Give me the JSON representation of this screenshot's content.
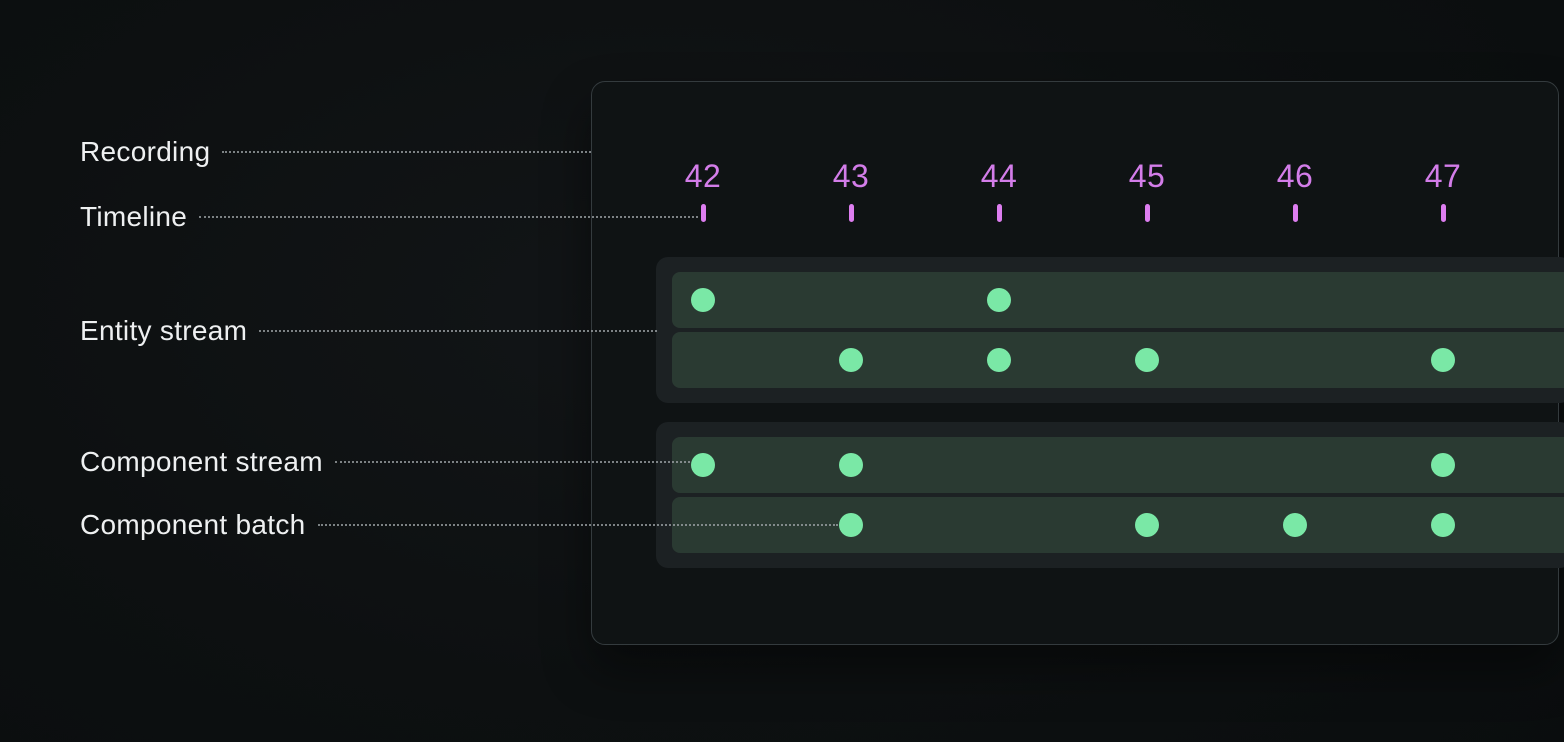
{
  "diagram": {
    "title_hint": "recording / timeline / stream structure diagram",
    "annotations": [
      {
        "label": "Recording",
        "target": "recording-panel"
      },
      {
        "label": "Timeline",
        "target": "timeline-tick-42"
      },
      {
        "label": "Entity stream",
        "target": "entity-stream-group"
      },
      {
        "label": "Component stream",
        "target": "component-stream-row"
      },
      {
        "label": "Component batch",
        "target": "component-batch-row"
      }
    ],
    "colors": {
      "page_background": "#0d1011",
      "panel_background": "#0f1314",
      "panel_border": "#343b3e",
      "group_background": "#1c2123",
      "row_background": "#2a3a32",
      "timeline_accent": "#d97ded",
      "event_dot": "#7ae8a6",
      "label_text": "#eef0f1",
      "leader_dots": "#999fa1"
    }
  },
  "chart_data": {
    "type": "timeline",
    "title": "",
    "timeline": {
      "ticks": [
        "42",
        "43",
        "44",
        "45",
        "46",
        "47"
      ],
      "tick_values": [
        42,
        43,
        44,
        45,
        46,
        47
      ]
    },
    "groups": [
      {
        "name": "Entity stream",
        "rows": [
          {
            "name": "entity-stream-row-1",
            "events": [
              42,
              44
            ]
          },
          {
            "name": "entity-stream-row-2",
            "events": [
              43,
              44,
              45,
              47
            ]
          }
        ]
      },
      {
        "name": "Component stream",
        "rows": [
          {
            "name": "component-stream-row",
            "events": [
              42,
              43,
              47
            ]
          },
          {
            "name": "component-batch-row",
            "events": [
              43,
              45,
              46,
              47
            ]
          }
        ]
      }
    ],
    "legend": "none",
    "notes": "events are dots placed at timeline tick positions; rows extend past right edge of view"
  }
}
